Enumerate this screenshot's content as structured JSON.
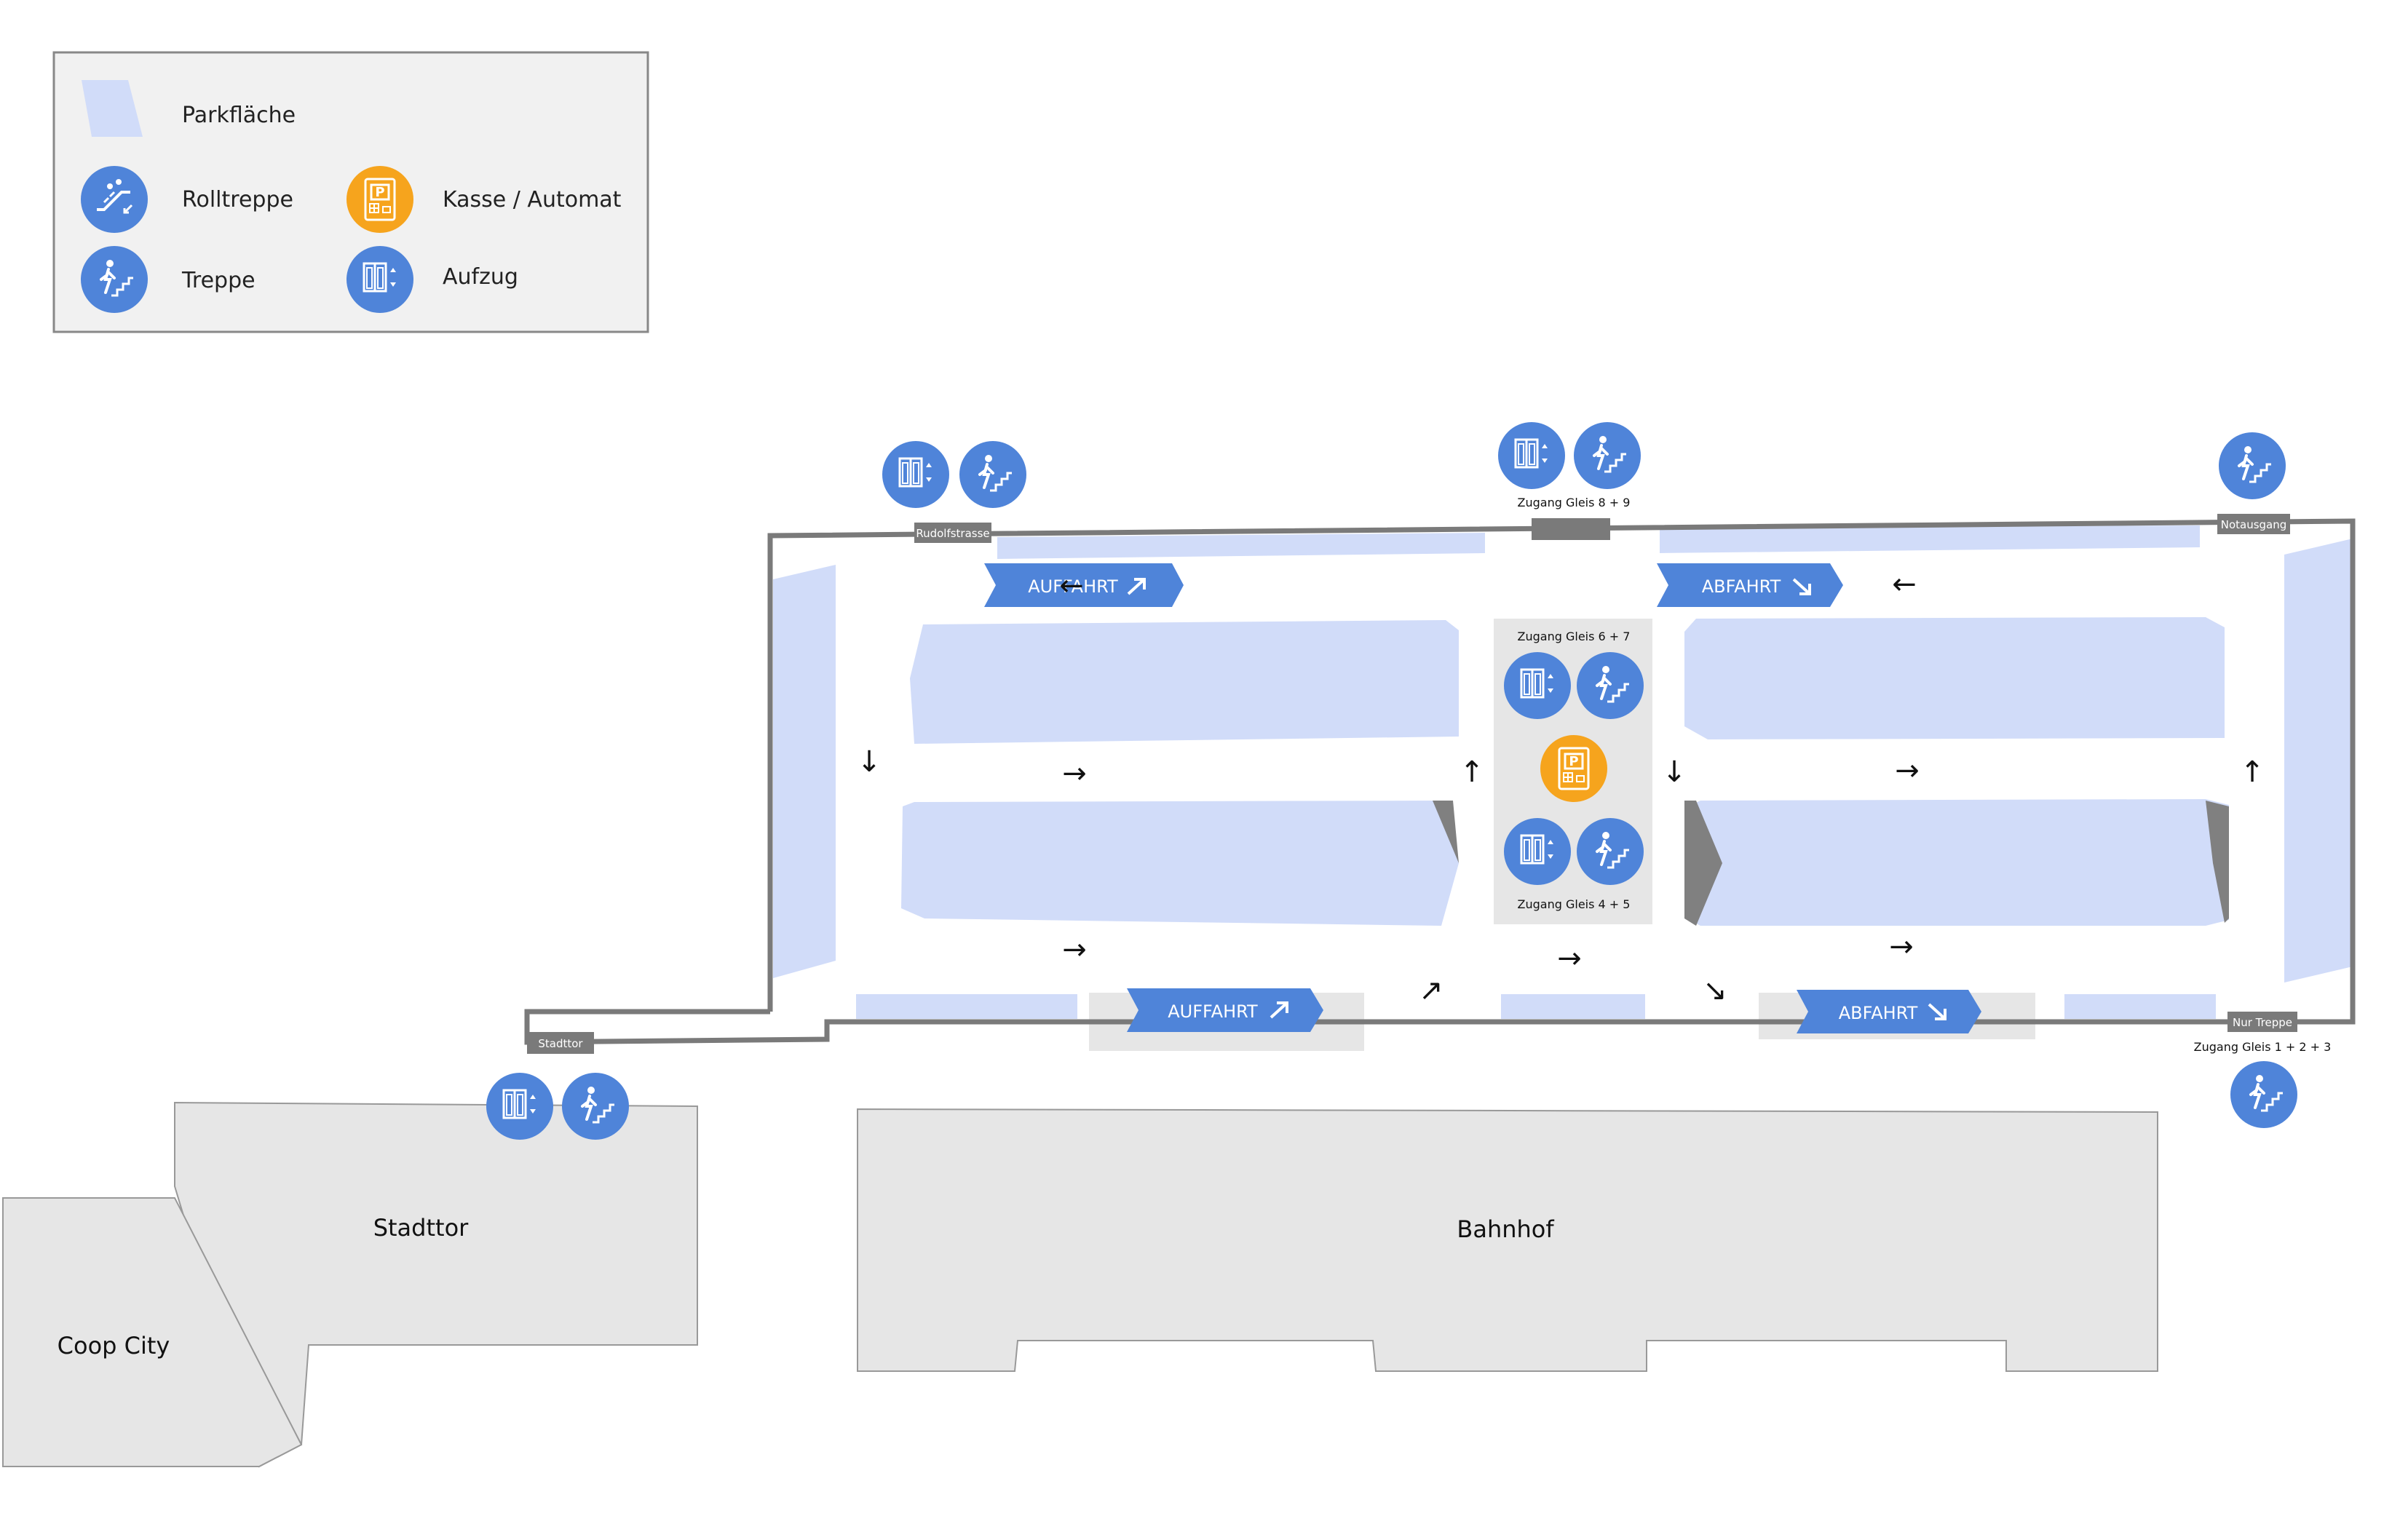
{
  "colors": {
    "parking": "#d1dcf9",
    "service_blue": "#4f84d9",
    "cashier_orange": "#f6a41d",
    "wall": "#7a7a7a",
    "building": "#e6e6e6",
    "legend_bg": "#f1f1f1"
  },
  "legend": {
    "parking_label": "Parkfläche",
    "escalator_label": "Rolltreppe",
    "stairs_label": "Treppe",
    "cashier_label": "Kasse / Automat",
    "elevator_label": "Aufzug",
    "icons": [
      "parking-area-swatch",
      "escalator-icon",
      "stairs-icon",
      "cashier-icon",
      "elevator-icon"
    ]
  },
  "tags": {
    "rudolfstrasse": "Rudolfstrasse",
    "notausgang": "Notausgang",
    "stadttor": "Stadttor",
    "nur_treppe": "Nur Treppe"
  },
  "access_labels": {
    "gleis_8_9": "Zugang Gleis 8 + 9",
    "gleis_6_7": "Zugang Gleis 6 + 7",
    "gleis_4_5": "Zugang Gleis 4 + 5",
    "gleis_1_2_3": "Zugang Gleis 1 + 2 + 3"
  },
  "banners": {
    "auffahrt_top": "AUFFAHRT",
    "abfahrt_top": "ABFAHRT",
    "auffahrt_bottom": "AUFFAHRT",
    "abfahrt_bottom": "ABFAHRT"
  },
  "buildings": {
    "stadttor": "Stadttor",
    "coop_city": "Coop City",
    "bahnhof": "Bahnhof"
  },
  "arrows": {
    "left": "←",
    "right": "→",
    "up": "↑",
    "down": "↓",
    "up_right": "↗",
    "down_right": "↘"
  }
}
